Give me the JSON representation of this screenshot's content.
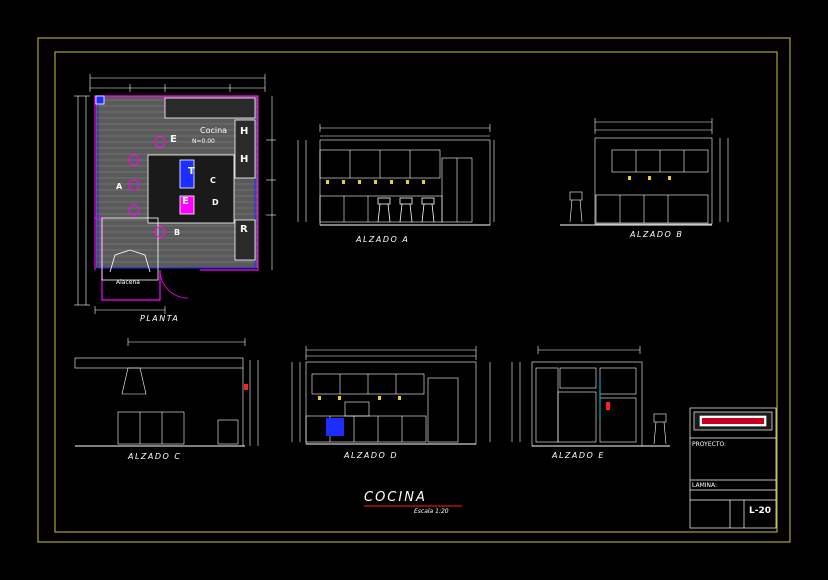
{
  "colors": {
    "background": "#000000",
    "border": "#c8c832",
    "lines": "#ffffff",
    "accent_magenta": "#ff00ff",
    "accent_blue": "#1e2dff",
    "accent_yellow": "#e6d21e",
    "accent_red": "#ff2020",
    "accent_cyan": "#00c8d2",
    "title_block_red": "#c8001e"
  },
  "drawing": {
    "title": "COCINA",
    "scale": "Escala 1:20"
  },
  "views": {
    "planta": "PLANTA",
    "alzado_a": "ALZADO A",
    "alzado_b": "ALZADO B",
    "alzado_c": "ALZADO C",
    "alzado_d": "ALZADO D",
    "alzado_e": "ALZADO E"
  },
  "plan_labels": {
    "cocina": "Cocina",
    "nivel": "N=0.00",
    "alacena": "Alacena",
    "markers": [
      "E",
      "T",
      "E",
      "H",
      "H",
      "R",
      "A",
      "B",
      "C",
      "D"
    ]
  },
  "title_block": {
    "field_proyecto": "PROYECTO:",
    "field_lamina": "LAMINA:",
    "sheet_number": "L-20"
  }
}
